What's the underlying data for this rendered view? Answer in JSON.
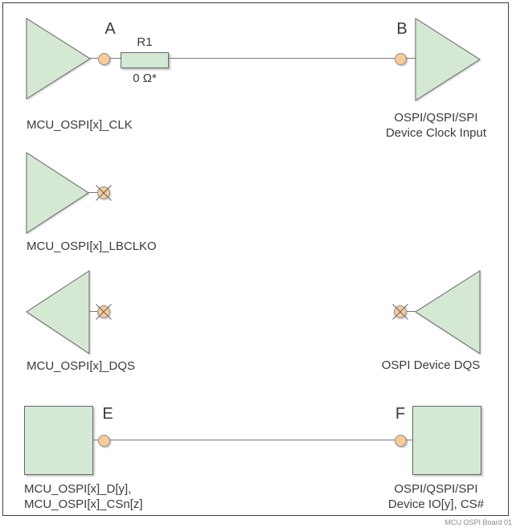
{
  "diagram": {
    "figure_tag": "MCU OSPI Board 01",
    "colors": {
      "shape_fill": "#d5e8d4",
      "shape_stroke": "#666666",
      "pin_fill": "#f8cb9c",
      "pin_stroke": "#8c8c8c",
      "nc_stroke": "#666666",
      "wire": "#787878",
      "text": "#3a3a3a",
      "frame": "#404040",
      "tag_text": "#8a8a8a"
    },
    "nets": {
      "clk": {
        "pin_a": "A",
        "pin_b": "B",
        "resistor_ref": "R1",
        "resistor_value": "0 Ω*",
        "mcu_signal": "MCU_OSPI[x]_CLK",
        "device_line1": "OSPI/QSPI/SPI",
        "device_line2": "Device Clock Input"
      },
      "lbclko": {
        "mcu_signal": "MCU_OSPI[x]_LBCLKO"
      },
      "dqs": {
        "mcu_signal": "MCU_OSPI[x]_DQS",
        "device_signal": "OSPI Device DQS"
      },
      "data": {
        "pin_e": "E",
        "pin_f": "F",
        "mcu_line1": "MCU_OSPI[x]_D[y],",
        "mcu_line2": "MCU_OSPI[x]_CSn[z]",
        "device_line1": "OSPI/QSPI/SPI",
        "device_line2": "Device IO[y], CS#"
      }
    }
  }
}
